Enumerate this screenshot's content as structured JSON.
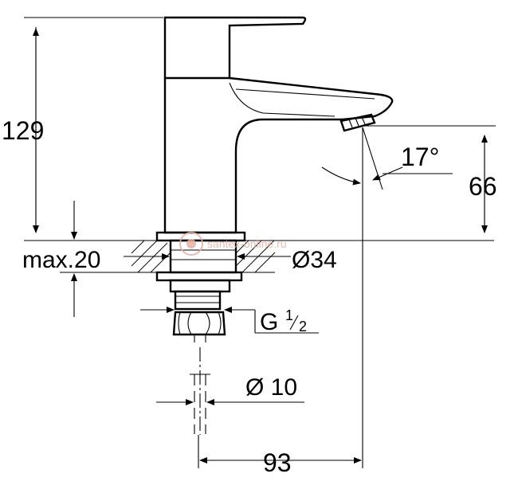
{
  "dimensions": {
    "height_total": "129",
    "height_spout": "66",
    "angle": "17°",
    "max_thickness": "max.20",
    "hole_diameter": "Ø34",
    "thread_prefix": "G",
    "thread_num": "1",
    "thread_den": "2",
    "pipe_diameter": "Ø 10",
    "reach": "93"
  },
  "watermark": {
    "text": "santex-online.ru"
  },
  "colors": {
    "ink": "#000000",
    "watermark": "#e8b0a0"
  }
}
